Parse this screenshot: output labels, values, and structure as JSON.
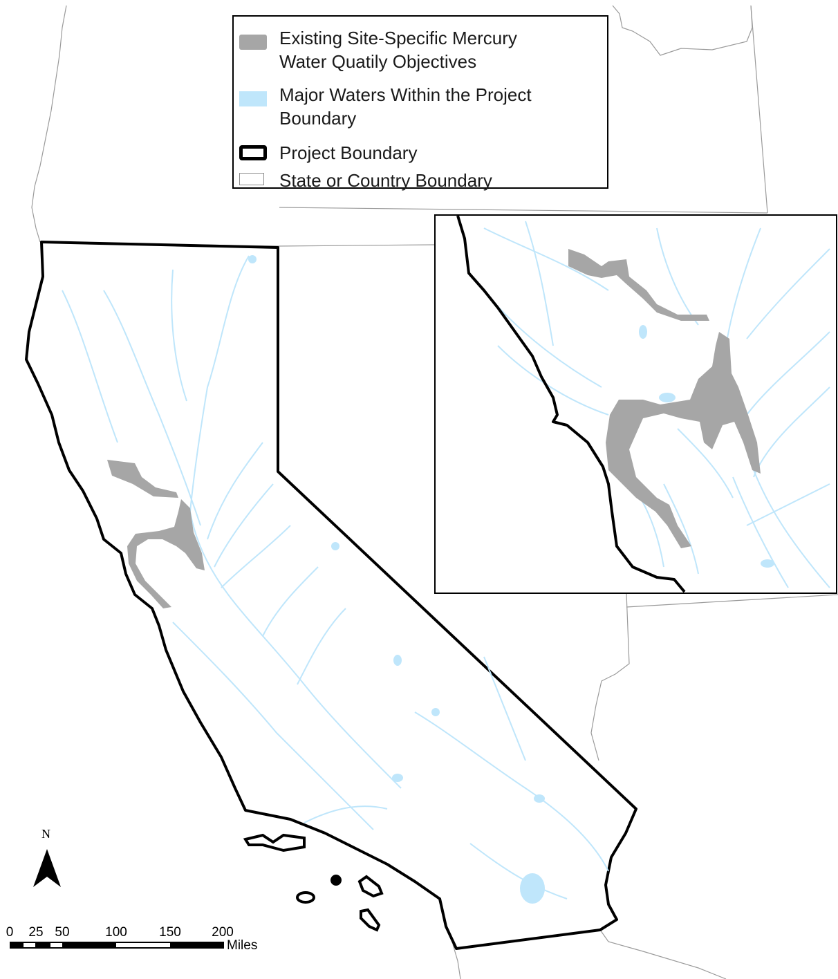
{
  "colors": {
    "mercury": "#a6a6a6",
    "water": "#bfe6fb",
    "project_boundary": "#000000",
    "state_boundary": "#9a9a9a",
    "background": "#ffffff"
  },
  "legend": {
    "items": [
      {
        "label": "Existing Site-Specific Mercury\nWater Quatily Objectives",
        "swatch": "gray-fill"
      },
      {
        "label": "Major Waters Within the Project\nBoundary",
        "swatch": "light-blue-fill"
      },
      {
        "label": "Project Boundary",
        "swatch": "thick-black-outline"
      },
      {
        "label": "State or Country Boundary",
        "swatch": "thin-gray-outline"
      }
    ]
  },
  "north_arrow": {
    "label": "N",
    "icon": "north-arrow-icon"
  },
  "scale_bar": {
    "ticks": [
      "0",
      "25",
      "50",
      "100",
      "150",
      "200"
    ],
    "unit": "Miles"
  }
}
